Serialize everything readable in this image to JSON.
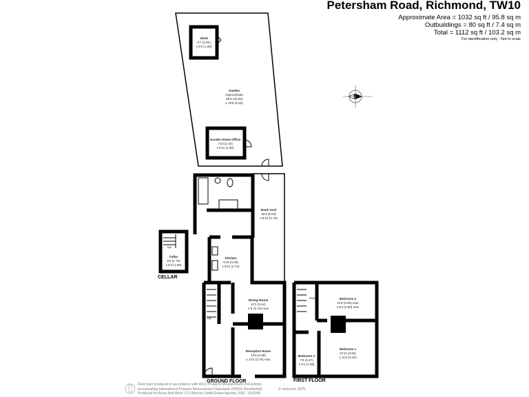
{
  "header": {
    "title": "Petersham Road, Richmond, TW10",
    "approx_area": "Approximate Area = 1032 sq ft / 95.8 sq m",
    "outbuildings": "Outbuildings = 80 sq ft / 7.4 sq m",
    "total": "Total = 1112 sq ft / 103.2 sq m",
    "note": "For identification only - Not to scale"
  },
  "compass": {
    "label": "N",
    "icon": "compass-north-icon"
  },
  "rooms": {
    "shed": {
      "name": "Shed",
      "d1": "6'7 (2.00)",
      "d2": "x 5'3 (1.60)"
    },
    "garden": {
      "name": "Garden",
      "sub": "Approximate",
      "d1": "49'3 (15.00)",
      "d2": "x 19'8 (6.00)"
    },
    "office": {
      "name": "Garden Home Office",
      "d1": "7'10 (2.40)",
      "d2": "x 5'11 (1.80)"
    },
    "backyard": {
      "name": "Back Yard",
      "d1": "26'3 (8.00)",
      "d2": "x 8'10 (2.70)"
    },
    "cellar": {
      "name": "Cellar",
      "d1": "9'0 (2.75)",
      "d2": "x 5'3 (1.60)"
    },
    "kitchen": {
      "name": "Kitchen",
      "d1": "9'10 (3.00)",
      "d2": "x 8'11 (2.73)"
    },
    "dining": {
      "name": "Dining Room",
      "d1": "11'3 (3.44)",
      "d2": "x 9' (2.75) max"
    },
    "reception": {
      "name": "Reception Room",
      "d1": "13'5 (4.08)",
      "d2": "x 12'2 (3.70) max"
    },
    "bed2": {
      "name": "Bedroom 2",
      "d1": "11'8 (3.55) max",
      "d2": "x 9'2 (2.80) max"
    },
    "bed1": {
      "name": "Bedroom 1",
      "d1": "11'11 (3.62)",
      "d2": "x 11'3 (3.42)"
    },
    "bed3": {
      "name": "Bedroom 3",
      "d1": "7'9 (2.37)",
      "d2": "x 5'1 (1.56)"
    }
  },
  "stairs": {
    "up": "Up",
    "down": "Down"
  },
  "floors": {
    "cellar": "CELLAR",
    "ground": "GROUND FLOOR",
    "first": "FIRST FLOOR"
  },
  "footer": {
    "line1": "Floor plan produced in accordance with RICS Property Measurement 2nd Edition,",
    "line2": "Incorporating International Property Measurement Standards (IPMS2 Residential).",
    "line3": "Produced for Acres And West LTD (Mervyn Smith Estate Agents).   REF: 1332949",
    "copyright": "© nichecom 2025."
  }
}
